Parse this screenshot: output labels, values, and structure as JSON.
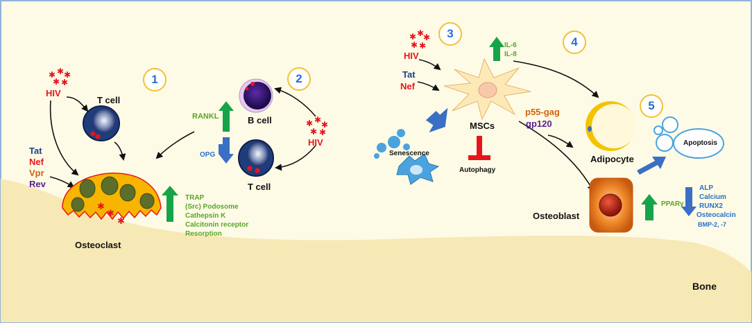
{
  "step_numbers": [
    "1",
    "2",
    "3",
    "4",
    "5"
  ],
  "panel1": {
    "hiv": "HIV",
    "t_cell": "T cell",
    "proteins": [
      "Tat",
      "Nef",
      "Vpr",
      "Rev"
    ],
    "osteoclast": "Osteoclast",
    "up_effects": [
      "TRAP",
      "(Src) Podosome",
      "Cathepsin K",
      "Calcitonin receptor",
      "Resorption"
    ]
  },
  "panel2": {
    "rankl": "RANKL",
    "opg": "OPG",
    "b_cell": "B cell",
    "t_cell": "T cell",
    "hiv": "HIV"
  },
  "panel3": {
    "hiv": "HIV",
    "tat": "Tat",
    "nef": "Nef",
    "il6": "IL-6",
    "il8": "IL-8",
    "mscs": "MSCs",
    "senescence": "Senescence",
    "autophagy": "Autophagy"
  },
  "panel4": {
    "p55": "p55-gag",
    "gp120": "gp120",
    "adipocyte": "Adipocyte",
    "osteoblast": "Osteoblast",
    "ppar": "PPARγ"
  },
  "panel5": {
    "apoptosis": "Apoptosis",
    "down_markers": [
      "ALP",
      "Calcium",
      "RUNX2",
      "Osteocalcin",
      "BMP-2, -7"
    ]
  },
  "bone": "Bone",
  "colors": {
    "background": "#fdfbe6",
    "bone": "#f7e9b5",
    "border": "#8fb3d9",
    "up_arrow": "#17a34a",
    "down_arrow": "#3a6fc4",
    "inhibit": "#e8141c",
    "virus": "#e8141c"
  }
}
